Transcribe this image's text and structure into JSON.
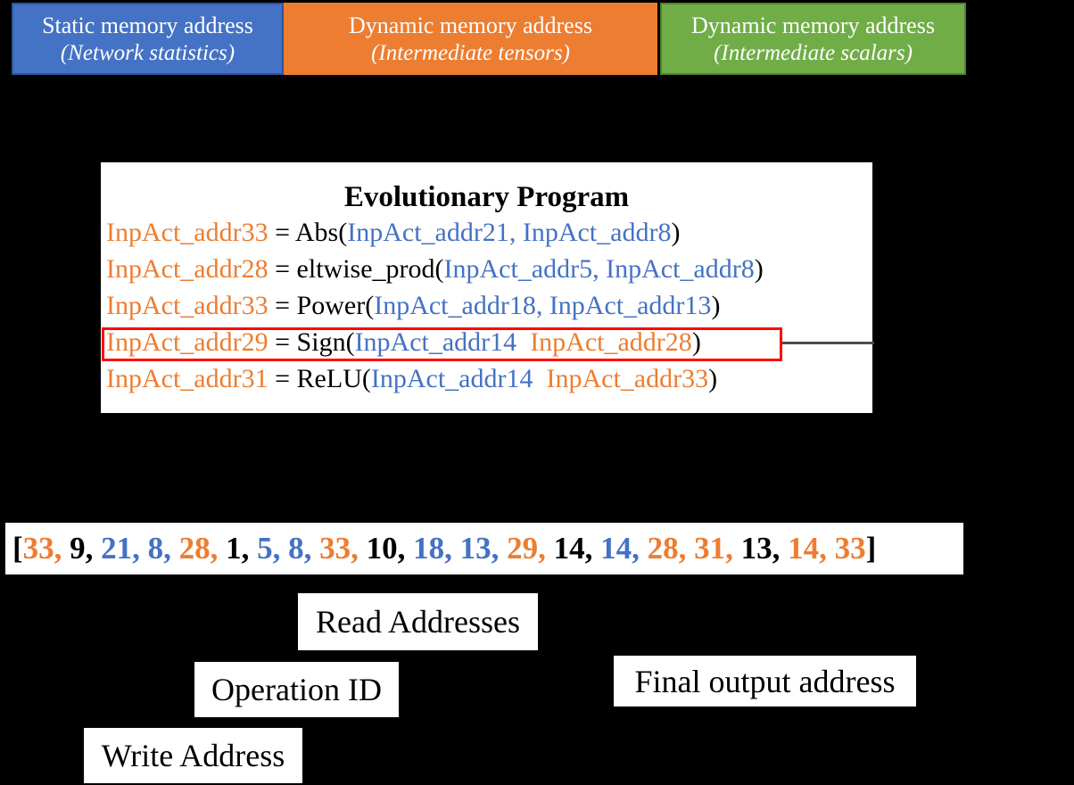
{
  "palette": {
    "orange": "#ED7D31",
    "blue": "#4472C4",
    "black": "#000000",
    "red": "#FF0000",
    "connector_gray": "#4d4d4d"
  },
  "legend": {
    "items": [
      {
        "title": "Static memory address",
        "subtitle": "(Network statistics)",
        "fill": "#4472C4",
        "border": "#2F5597"
      },
      {
        "title": "Dynamic memory address",
        "subtitle": "(Intermediate tensors)",
        "fill": "#ED7D31",
        "border": "#ED7D31"
      },
      {
        "title": "Dynamic memory address",
        "subtitle": "(Intermediate scalars)",
        "fill": "#70AD47",
        "border": "#538135"
      }
    ]
  },
  "program": {
    "title": "Evolutionary Program",
    "lines": [
      {
        "highlighted": false,
        "segments": [
          {
            "text": "InpAct_addr33",
            "color": "orange"
          },
          {
            "text": " = Abs(",
            "color": "black"
          },
          {
            "text": "InpAct_addr21, InpAct_addr8",
            "color": "blue"
          },
          {
            "text": ")",
            "color": "black"
          }
        ]
      },
      {
        "highlighted": false,
        "segments": [
          {
            "text": "InpAct_addr28",
            "color": "orange"
          },
          {
            "text": " = eltwise_prod(",
            "color": "black"
          },
          {
            "text": "InpAct_addr5, InpAct_addr8",
            "color": "blue"
          },
          {
            "text": ")",
            "color": "black"
          }
        ]
      },
      {
        "highlighted": false,
        "segments": [
          {
            "text": "InpAct_addr33",
            "color": "orange"
          },
          {
            "text": " = Power(",
            "color": "black"
          },
          {
            "text": "InpAct_addr18, InpAct_addr13",
            "color": "blue"
          },
          {
            "text": ")",
            "color": "black"
          }
        ]
      },
      {
        "highlighted": true,
        "segments": [
          {
            "text": "InpAct_addr29",
            "color": "orange"
          },
          {
            "text": " = Sign(",
            "color": "black"
          },
          {
            "text": "InpAct_addr14",
            "color": "blue"
          },
          {
            "text": "  InpAct_addr28",
            "color": "orange"
          },
          {
            "text": ")",
            "color": "black"
          }
        ]
      },
      {
        "highlighted": false,
        "segments": [
          {
            "text": "InpAct_addr31",
            "color": "orange"
          },
          {
            "text": " = ReLU(",
            "color": "black"
          },
          {
            "text": "InpAct_addr14",
            "color": "blue"
          },
          {
            "text": "  InpAct_addr33",
            "color": "orange"
          },
          {
            "text": ")",
            "color": "black"
          }
        ]
      }
    ]
  },
  "encoding": {
    "open_bracket": "[",
    "close_bracket": "]",
    "tokens": [
      {
        "text": "33",
        "color": "orange"
      },
      {
        "text": "9",
        "color": "black"
      },
      {
        "text": "21",
        "color": "blue"
      },
      {
        "text": "8",
        "color": "blue"
      },
      {
        "text": "28",
        "color": "orange"
      },
      {
        "text": "1",
        "color": "black"
      },
      {
        "text": "5",
        "color": "blue"
      },
      {
        "text": "8",
        "color": "blue"
      },
      {
        "text": "33",
        "color": "orange"
      },
      {
        "text": "10",
        "color": "black"
      },
      {
        "text": "18",
        "color": "blue"
      },
      {
        "text": "13",
        "color": "blue"
      },
      {
        "text": "29",
        "color": "orange"
      },
      {
        "text": "14",
        "color": "black"
      },
      {
        "text": "14",
        "color": "blue"
      },
      {
        "text": "28",
        "color": "orange"
      },
      {
        "text": "31",
        "color": "orange"
      },
      {
        "text": "13",
        "color": "black"
      },
      {
        "text": "14",
        "color": "orange"
      },
      {
        "text": "33",
        "color": "orange"
      }
    ]
  },
  "labels": {
    "read_addresses": "Read Addresses",
    "operation_id": "Operation ID",
    "final_output_address": "Final output address",
    "write_address": "Write Address"
  }
}
